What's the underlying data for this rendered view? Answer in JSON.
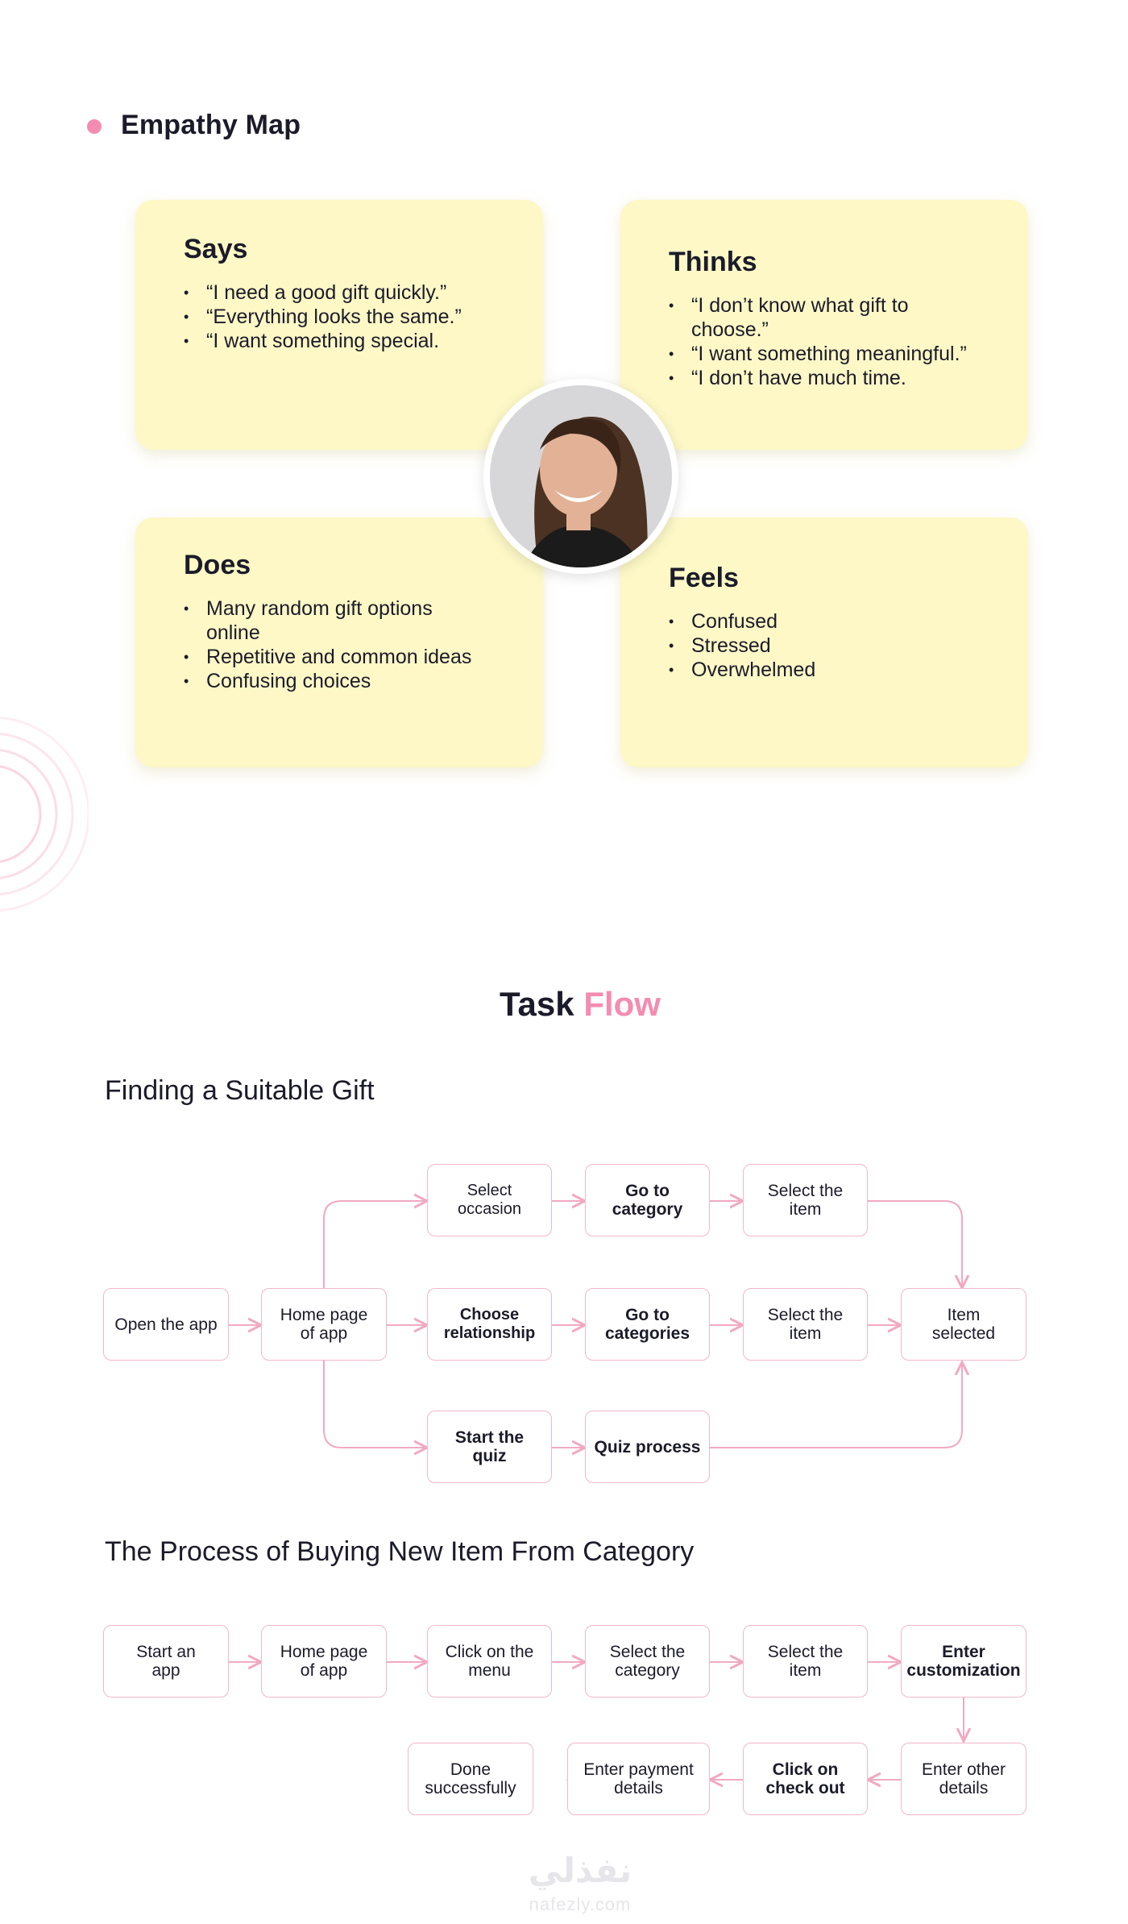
{
  "empathy_map": {
    "title": "Empathy Map",
    "says": {
      "title": "Says",
      "items": [
        "“I need a good gift quickly.”",
        "“Everything looks the same.”",
        "“I want something special."
      ]
    },
    "thinks": {
      "title": "Thinks",
      "items": [
        "“I don’t know what gift to choose.”",
        "“I want something meaningful.”",
        "“I don’t have much time."
      ]
    },
    "does": {
      "title": "Does",
      "items": [
        "Many random gift options online",
        "Repetitive and common ideas",
        "Confusing choices"
      ]
    },
    "feels": {
      "title": "Feels",
      "items": [
        "Confused",
        "Stressed",
        "Overwhelmed"
      ]
    }
  },
  "task_flow": {
    "title_part1": "Task ",
    "title_part2": "Flow",
    "flow1": {
      "title": "Finding a Suitable Gift",
      "nodes": {
        "open_app": "Open the app",
        "home_page": "Home page\nof app",
        "select_occasion": "Select\noccasion",
        "go_category": "Go to\ncategory",
        "select_item_1": "Select the\nitem",
        "choose_relationship": "Choose\nrelationship",
        "go_categories": "Go to\ncategories",
        "select_item_2": "Select the\nitem",
        "item_selected": "Item\nselected",
        "start_quiz": "Start the\nquiz",
        "quiz_process": "Quiz process"
      }
    },
    "flow2": {
      "title": "The Process of Buying New Item From Category",
      "nodes": {
        "start_app": "Start an\napp",
        "home_page": "Home page\nof app",
        "click_menu": "Click on the\nmenu",
        "select_category": "Select the\ncategory",
        "select_item": "Select the\nitem",
        "enter_customization": "Enter\ncustomization",
        "enter_other": "Enter other\ndetails",
        "check_out": "Click on\ncheck out",
        "payment": "Enter payment\ndetails",
        "done": "Done\nsuccessfully"
      }
    }
  },
  "watermark": {
    "brand": "نفذلي",
    "url": "nafezly.com"
  },
  "colors": {
    "accent": "#f48cb1",
    "card": "#fdf8c6",
    "node_border": "#f1b7cb",
    "text": "#1b1b2a"
  }
}
